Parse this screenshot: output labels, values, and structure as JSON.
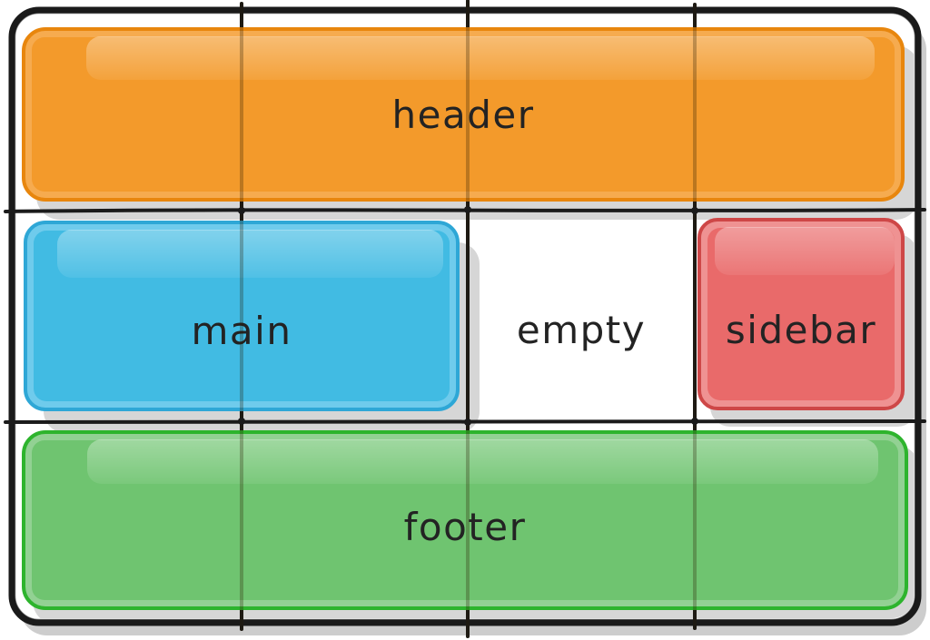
{
  "grid_diagram": {
    "background": "#ffffff",
    "line_color": "#1b1b1b",
    "block_shadow_color": "#d6d6d6",
    "panel_shadow_color": "#cdcdcd",
    "label_color": "#232323",
    "columns": 4,
    "rows": 3,
    "areas": {
      "header": {
        "label": "header",
        "fill": "#F39A2B",
        "rim": "#F6AB4F",
        "stroke": "#E8860D",
        "row": 1,
        "col_start": 1,
        "col_end": 4
      },
      "main": {
        "label": "main",
        "fill": "#41BBE3",
        "rim": "#6FCBEC",
        "stroke": "#2EA7D6",
        "row": 2,
        "col_start": 1,
        "col_end": 2
      },
      "empty": {
        "label": "empty",
        "fill": "#FFFFFF",
        "rim": "#FFFFFF",
        "stroke": "#FFFFFF",
        "row": 2,
        "col_start": 3,
        "col_end": 3
      },
      "sidebar": {
        "label": "sidebar",
        "fill": "#E96A6A",
        "rim": "#EF9292",
        "stroke": "#CE4747",
        "row": 2,
        "col_start": 4,
        "col_end": 4
      },
      "footer": {
        "label": "footer",
        "fill": "#6FC470",
        "rim": "#92D193",
        "stroke": "#2DB42D",
        "row": 3,
        "col_start": 1,
        "col_end": 4
      }
    }
  }
}
